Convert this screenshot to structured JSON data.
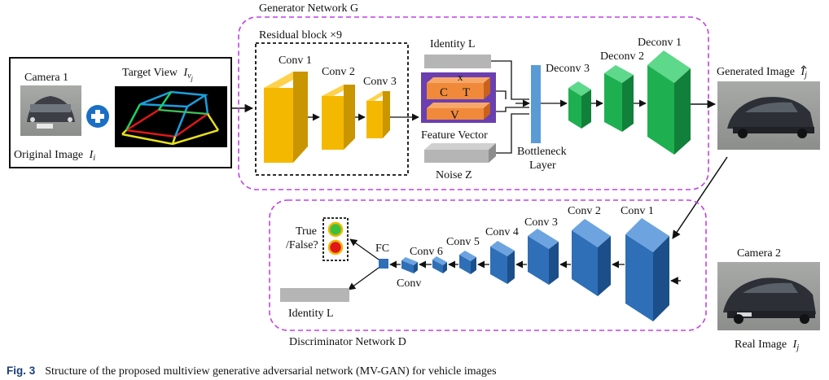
{
  "colors": {
    "generator_border": "#c040e8",
    "discriminator_border": "#c040e8",
    "conv_yellow": "#f5b800",
    "deconv_green": "#1eb050",
    "disc_blue": "#2e6fb8",
    "bottleneck_blue": "#5b9bd5",
    "feature_purple": "#6a3fb0",
    "feature_orange": "#f08a3a",
    "plus_blue": "#1a6fc4",
    "gray_block": "#b5b5b5",
    "caption_blue": "#1a3e7a"
  },
  "input_block": {
    "camera_label": "Camera 1",
    "target_view_label": "Target View",
    "target_view_symbol": "I",
    "target_view_sub": "v",
    "target_view_subsub": "j",
    "original_label": "Original Image",
    "original_symbol": "I",
    "original_sub": "i",
    "plus_icon": "plus-circle-icon"
  },
  "generator": {
    "title": "Generator Network G",
    "residual_title": "Residual block ×9",
    "conv1": "Conv 1",
    "conv2": "Conv 2",
    "conv3": "Conv 3",
    "identity_label": "Identity L",
    "feature_c": "C",
    "feature_t": "T",
    "feature_x": "x",
    "feature_v": "V",
    "feature_vector_label": "Feature Vector",
    "noise_label": "Noise Z",
    "bottleneck_label_1": "Bottleneck",
    "bottleneck_label_2": "Layer",
    "deconv3": "Deconv 3",
    "deconv2": "Deconv 2",
    "deconv1": "Deconv 1",
    "generated_label": "Generated Image",
    "generated_symbol": "I",
    "generated_sub": "j"
  },
  "discriminator": {
    "title": "Discriminator Network D",
    "conv1": "Conv 1",
    "conv2": "Conv 2",
    "conv3": "Conv 3",
    "conv4": "Conv 4",
    "conv5": "Conv 5",
    "conv6": "Conv 6",
    "fc": "FC",
    "conv": "Conv",
    "true_label": "True",
    "false_label": "/False?",
    "identity_label": "Identity L"
  },
  "real_block": {
    "camera_label": "Camera 2",
    "real_label": "Real Image",
    "real_symbol": "I",
    "real_sub": "j"
  },
  "caption": {
    "prefix": "Fig. 3",
    "text": "Structure of the proposed multiview generative adversarial network (MV-GAN) for vehicle images"
  }
}
